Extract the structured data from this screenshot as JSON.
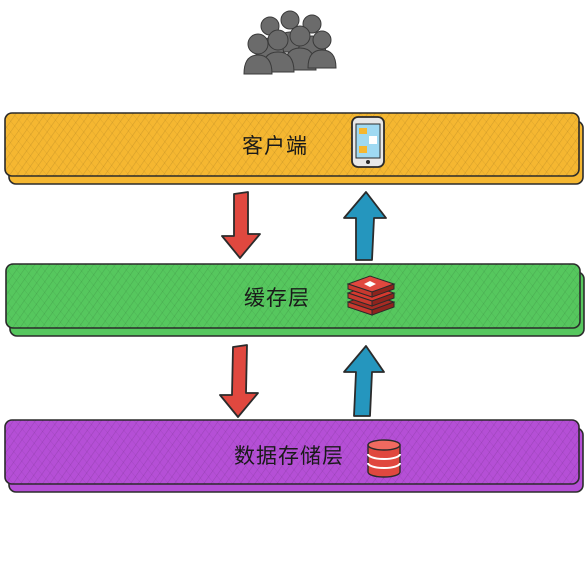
{
  "layers": [
    {
      "id": "client",
      "label": "客户端",
      "color": "#f5b731",
      "icon": "mobile-phone-icon"
    },
    {
      "id": "cache",
      "label": "缓存层",
      "color": "#56c75e",
      "icon": "redis-icon"
    },
    {
      "id": "storage",
      "label": "数据存储层",
      "color": "#b54fd6",
      "icon": "database-icon"
    }
  ],
  "arrows": {
    "down_color": "#e0483f",
    "up_color": "#2596be"
  },
  "icons": {
    "users": "users-group-icon"
  }
}
